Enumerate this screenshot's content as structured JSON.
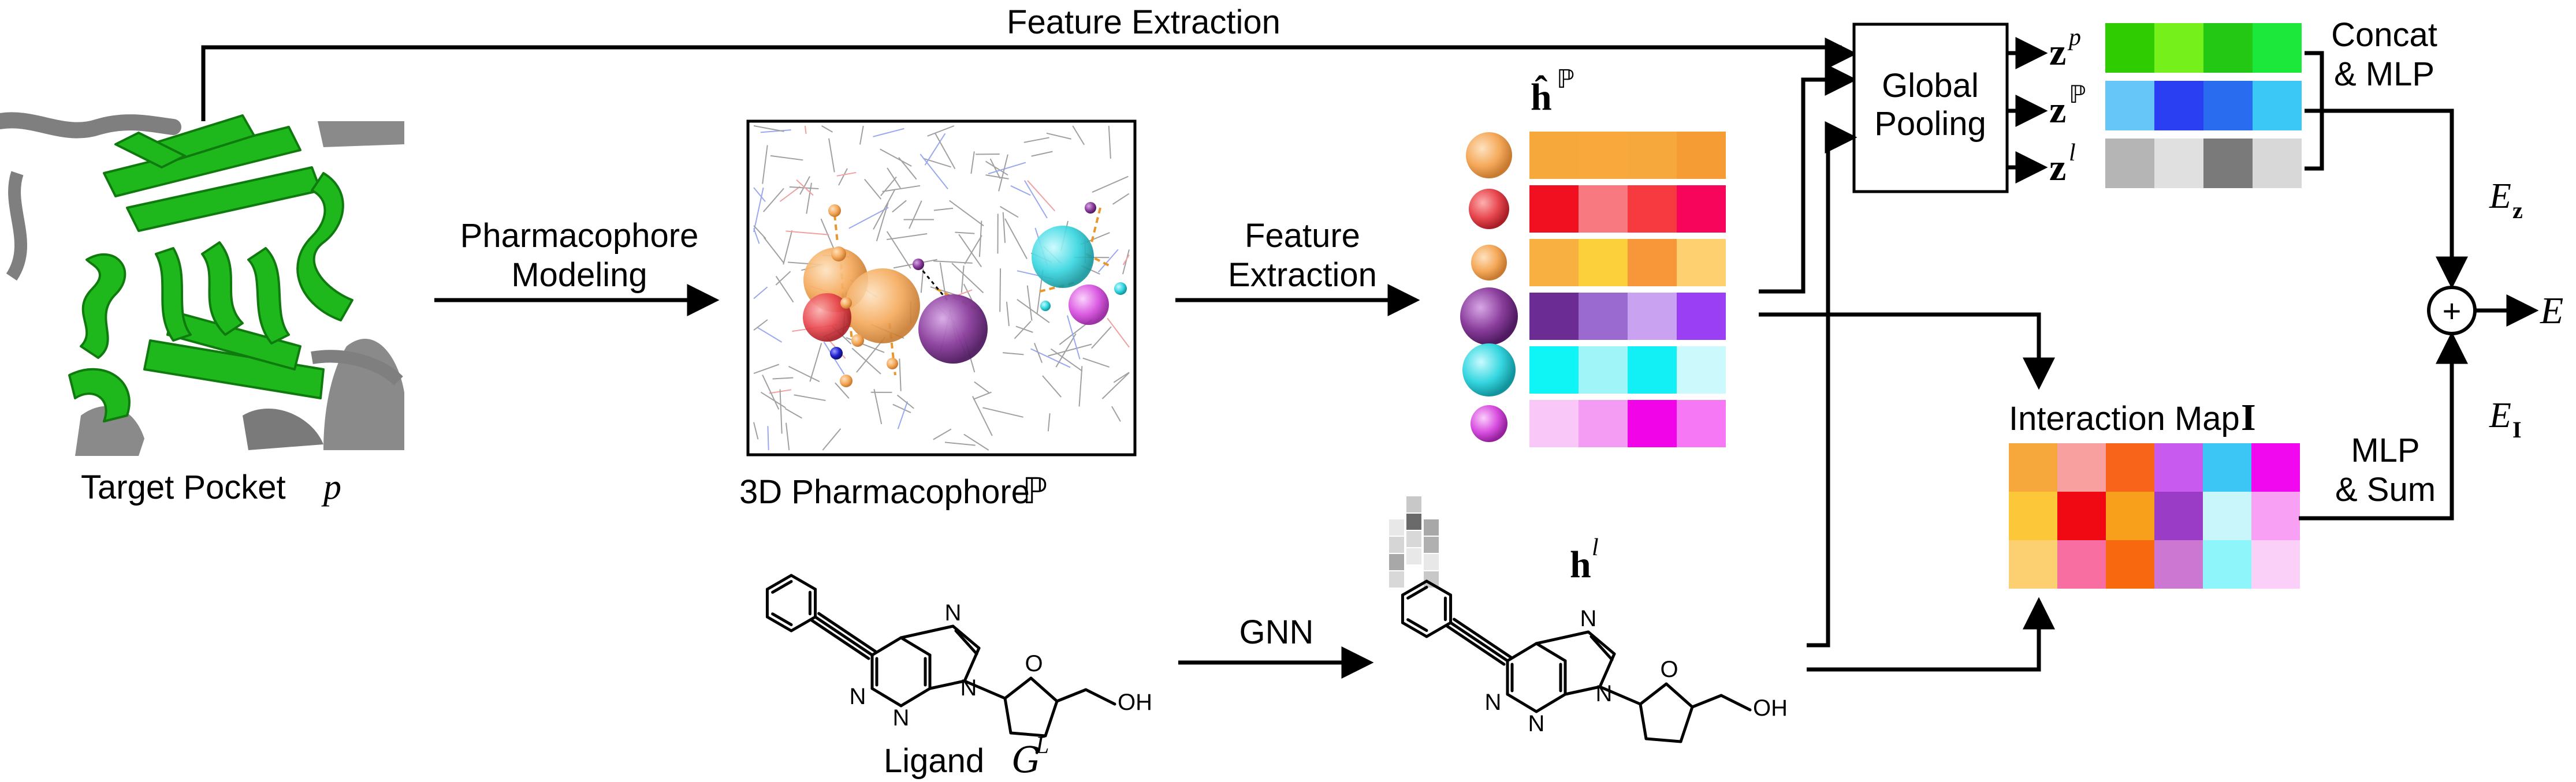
{
  "labels": {
    "feature_extraction_top": "Feature Extraction",
    "target_pocket": "Target Pocket",
    "target_pocket_sym": "p",
    "pharmacophore_modeling_1": "Pharmacophore",
    "pharmacophore_modeling_2": "Modeling",
    "pharmacophore_3d": "3D Pharmacophore",
    "pharmacophore_sym": "ℙ",
    "feature_extraction_mid_1": "Feature",
    "feature_extraction_mid_2": "Extraction",
    "h_hat": "ĥ",
    "h_hat_sup": "ℙ",
    "global_pooling_1": "Global",
    "global_pooling_2": "Pooling",
    "zp_base": "z",
    "zp_sup": "p",
    "zP_base": "z",
    "zP_sup": "ℙ",
    "zl_base": "z",
    "zl_sup": "l",
    "concat_1": "Concat",
    "concat_2": "& MLP",
    "ez_base": "E",
    "ez_sub": "z",
    "plus": "+",
    "e_out": "E",
    "ei_base": "E",
    "ei_sub": "I",
    "interaction_map": "Interaction Map",
    "interaction_map_sym": "I",
    "mlp_sum_1": "MLP",
    "mlp_sum_2": "& Sum",
    "gnn": "GNN",
    "hl_base": "h",
    "hl_sup": "l",
    "ligand": "Ligand",
    "ligand_sym": "G",
    "ligand_sup": "L",
    "atom_N": "N",
    "atom_O": "O",
    "atom_OH": "OH"
  },
  "colors": {
    "pocket_green": "#1fb81c",
    "pocket_gray": "#7f7f7f",
    "sphere_orange": "#f5a95a",
    "sphere_red": "#e8474e",
    "sphere_purple": "#8a3d9c",
    "sphere_cyan": "#35d6e0",
    "sphere_magenta": "#d84fe0"
  },
  "pharmacophore_features": [
    {
      "sphere": "#f5a95a",
      "cells": [
        "#f7a83a",
        "#f9a93c",
        "#f7a83c",
        "#f69c34"
      ]
    },
    {
      "sphere": "#e8474e",
      "cells": [
        "#f01020",
        "#f87a80",
        "#f63a40",
        "#f6055a"
      ]
    },
    {
      "sphere": "#f5a95a",
      "cells": [
        "#f8b040",
        "#fbd03a",
        "#f8963a",
        "#ffd070"
      ]
    },
    {
      "sphere": "#8a3d9c",
      "cells": [
        "#6b2c94",
        "#9a6ad0",
        "#c9a3f2",
        "#9b3ff5"
      ]
    },
    {
      "sphere": "#35d6e0",
      "cells": [
        "#0ff5f5",
        "#9ff5f8",
        "#13f0f5",
        "#ccf9fb"
      ]
    },
    {
      "sphere": "#d84fe0",
      "cells": [
        "#fac8f8",
        "#f49cf4",
        "#f204e9",
        "#f678f4"
      ]
    }
  ],
  "z_vectors": [
    [
      "#2ecc00",
      "#76f01a",
      "#22c814",
      "#1be83a"
    ],
    [
      "#66c6f8",
      "#2a3ef2",
      "#2a6cf0",
      "#3cc8f6"
    ],
    [
      "#b5b5b5",
      "#e0e0e0",
      "#7a7a7a",
      "#d8d8d8"
    ]
  ],
  "interaction_map": [
    [
      "#f6a83c",
      "#f8a0a0",
      "#f8641a",
      "#c85af0",
      "#3cc6f6",
      "#f208ee"
    ],
    [
      "#fcc83a",
      "#f00812",
      "#f8a01c",
      "#9a3cc6",
      "#c8f6fa",
      "#f8a0f4"
    ],
    [
      "#fcd070",
      "#f86ea0",
      "#f8680e",
      "#cc78d2",
      "#8ef6fa",
      "#fad0f8"
    ]
  ],
  "gnn_bars": [
    "#d6d6d6",
    "#6a6a6a",
    "#b0b0b0"
  ]
}
